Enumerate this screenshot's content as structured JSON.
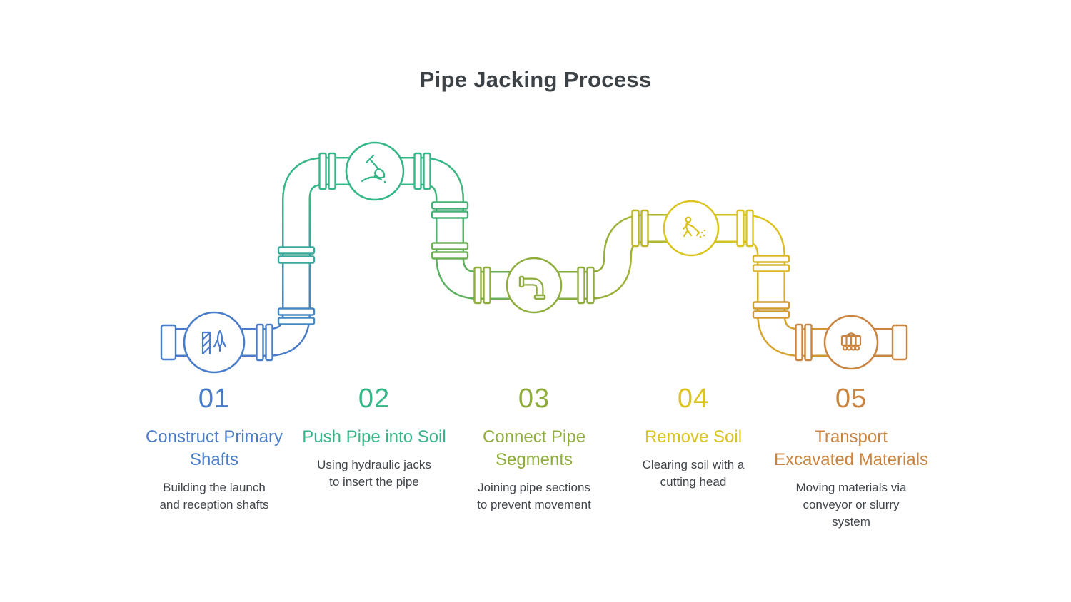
{
  "title": "Pipe Jacking Process",
  "colors": {
    "step1": "#4a7dc9",
    "step2": "#35b787",
    "step3": "#8fad3c",
    "step4": "#dcc41f",
    "step5": "#c98440",
    "text": "#3f444a"
  },
  "steps": [
    {
      "number": "01",
      "title": "Construct Primary Shafts",
      "description": "Building the launch and reception shafts",
      "color": "#4a7dc9",
      "icon": "drill-rig-icon"
    },
    {
      "number": "02",
      "title": "Push Pipe into Soil",
      "description": "Using hydraulic jacks to insert the pipe",
      "color": "#35b787",
      "icon": "shovel-icon"
    },
    {
      "number": "03",
      "title": "Connect Pipe Segments",
      "description": "Joining pipe sections to prevent movement",
      "color": "#8fad3c",
      "icon": "pipe-elbow-icon"
    },
    {
      "number": "04",
      "title": "Remove Soil",
      "description": "Clearing soil with a cutting head",
      "color": "#dcc41f",
      "icon": "digging-person-icon"
    },
    {
      "number": "05",
      "title": "Transport Excavated Materials",
      "description": "Moving materials via conveyor or slurry system",
      "color": "#c98440",
      "icon": "mine-cart-icon"
    }
  ]
}
